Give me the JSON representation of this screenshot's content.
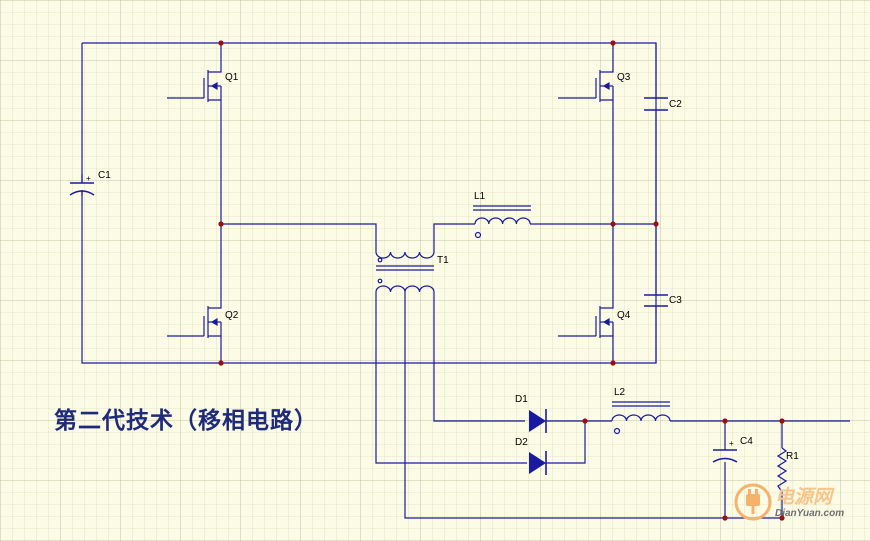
{
  "title": "第二代技术（移相电路）",
  "labels": {
    "q1": "Q1",
    "q2": "Q2",
    "q3": "Q3",
    "q4": "Q4",
    "c1": "C1",
    "c2": "C2",
    "c3": "C3",
    "c4": "C4",
    "l1": "L1",
    "l2": "L2",
    "t1": "T1",
    "d1": "D1",
    "d2": "D2",
    "r1": "R1",
    "plus": "+"
  },
  "watermark": {
    "brand": "电源网",
    "site": "DianYuan.com"
  },
  "colors": {
    "background": "#fbfbe6",
    "grid": "#c8c8a4",
    "wire": "#1a1aa0",
    "junction": "#9a1010",
    "title": "#1e2a7a"
  }
}
